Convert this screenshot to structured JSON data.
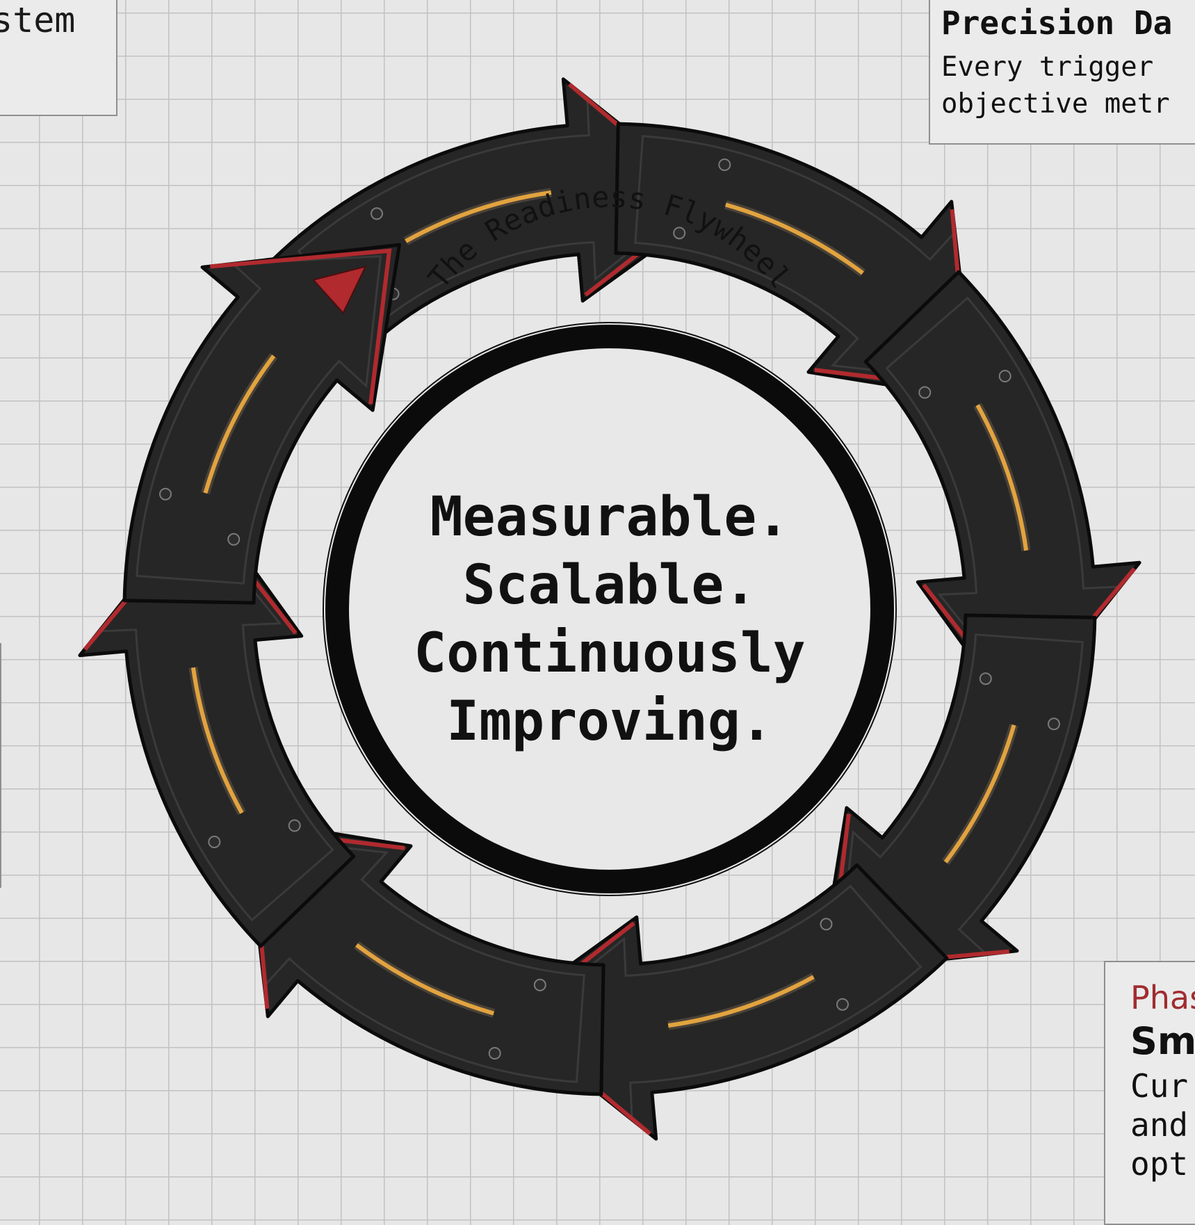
{
  "top_left_card": {
    "title": "stem"
  },
  "top_right_card": {
    "title": "Precision Da",
    "description": "Every trigger\nobjective metr"
  },
  "bottom_right_card": {
    "label": "Phas",
    "title": "Sma",
    "description": "Cur\nand\nopt"
  },
  "flywheel": {
    "ring_label": "The Readiness Flywheel",
    "center_lines": [
      "Measurable.",
      "Scalable.",
      "Continuously",
      "Improving."
    ],
    "segment_count": 8,
    "colors": {
      "body": "#262626",
      "accent_red": "#b02a2e",
      "indicator_orange": "#e2a33f",
      "outline": "#0b0b0b"
    }
  }
}
